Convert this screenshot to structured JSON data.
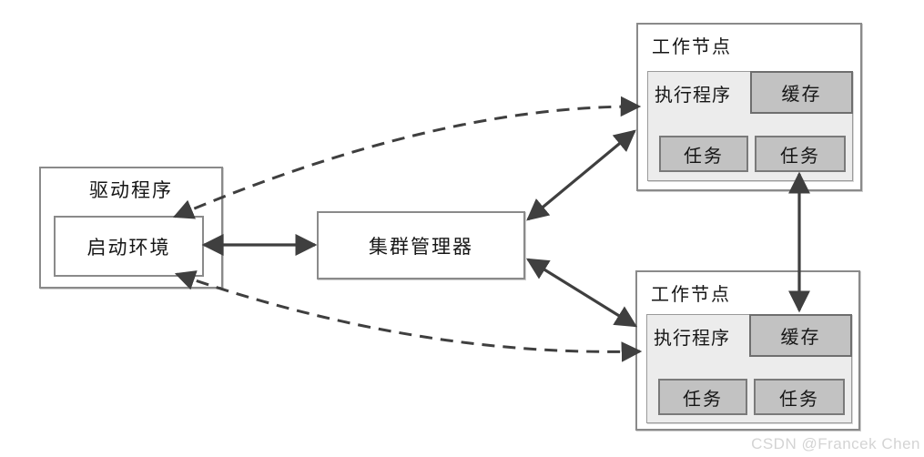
{
  "diagram": {
    "driver": {
      "title": "驱动程序",
      "context_label": "启动环境"
    },
    "cluster_manager": {
      "label": "集群管理器"
    },
    "worker_top": {
      "title": "工作节点",
      "executor_label": "执行程序",
      "cache_label": "缓存",
      "tasks": [
        "任务",
        "任务"
      ]
    },
    "worker_bottom": {
      "title": "工作节点",
      "executor_label": "执行程序",
      "cache_label": "缓存",
      "tasks": [
        "任务",
        "任务"
      ]
    },
    "watermark": "CSDN @Francek Chen",
    "colors": {
      "box_border": "#8a8a8a",
      "executor_fill": "#ececec",
      "cache_task_fill": "#c2c2c2",
      "cache_border": "#6e6e6e",
      "arrow": "#3f3f3f",
      "text": "#161616",
      "watermark": "#d4d4d4",
      "background": "#ffffff"
    }
  }
}
